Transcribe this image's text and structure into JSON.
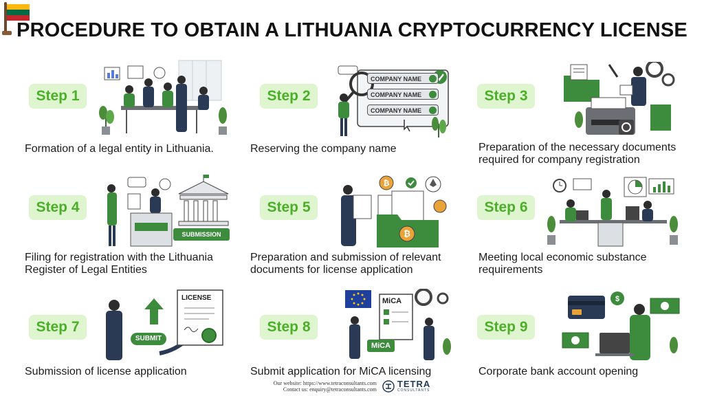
{
  "title": "PROCEDURE TO OBTAIN A LITHUANIA CRYPTOCURRENCY LICENSE",
  "colors": {
    "badge_bg": "#dff5cf",
    "badge_text": "#4caf2a",
    "accent_green": "#3d8b3d",
    "navy": "#2a3a55",
    "flag_yellow": "#fdb913",
    "flag_green": "#006a44",
    "flag_red": "#c1272d"
  },
  "steps": [
    {
      "label": "Step 1",
      "caption": "Formation of a legal entity in Lithuania.",
      "icon": "meeting-team-icon"
    },
    {
      "label": "Step 2",
      "caption": "Reserving the company name",
      "icon": "company-name-search-icon",
      "list_items": [
        "COMPANY NAME",
        "COMPANY NAME",
        "COMPANY NAME"
      ]
    },
    {
      "label": "Step 3",
      "caption": "Preparation of the necessary documents required for company registration",
      "icon": "document-printer-icon"
    },
    {
      "label": "Step 4",
      "caption": "Filing for registration with the Lithuania Register of Legal Entities",
      "icon": "government-building-icon",
      "tag": "SUBMISSION"
    },
    {
      "label": "Step 5",
      "caption": "Preparation and submission of relevant documents for license application",
      "icon": "crypto-documents-icon"
    },
    {
      "label": "Step 6",
      "caption": "Meeting local economic substance requirements",
      "icon": "office-workspace-icon"
    },
    {
      "label": "Step 7",
      "caption": "Submission of license application",
      "icon": "license-submit-icon",
      "license_label": "LICENSE",
      "submit_label": "SUBMIT"
    },
    {
      "label": "Step 8",
      "caption": "Submit application for MiCA licensing",
      "icon": "mica-application-icon",
      "doc_label": "MiCA",
      "tag": "MiCA"
    },
    {
      "label": "Step 9",
      "caption": "Corporate bank account opening",
      "icon": "bank-account-icon"
    }
  ],
  "footer": {
    "website": "Our website: https://www.tetraconsultants.com",
    "contact": "Contact us: enquiry@tetraconsultants.com",
    "brand": "TETRA",
    "brand_sub": "CONSULTANTS"
  }
}
